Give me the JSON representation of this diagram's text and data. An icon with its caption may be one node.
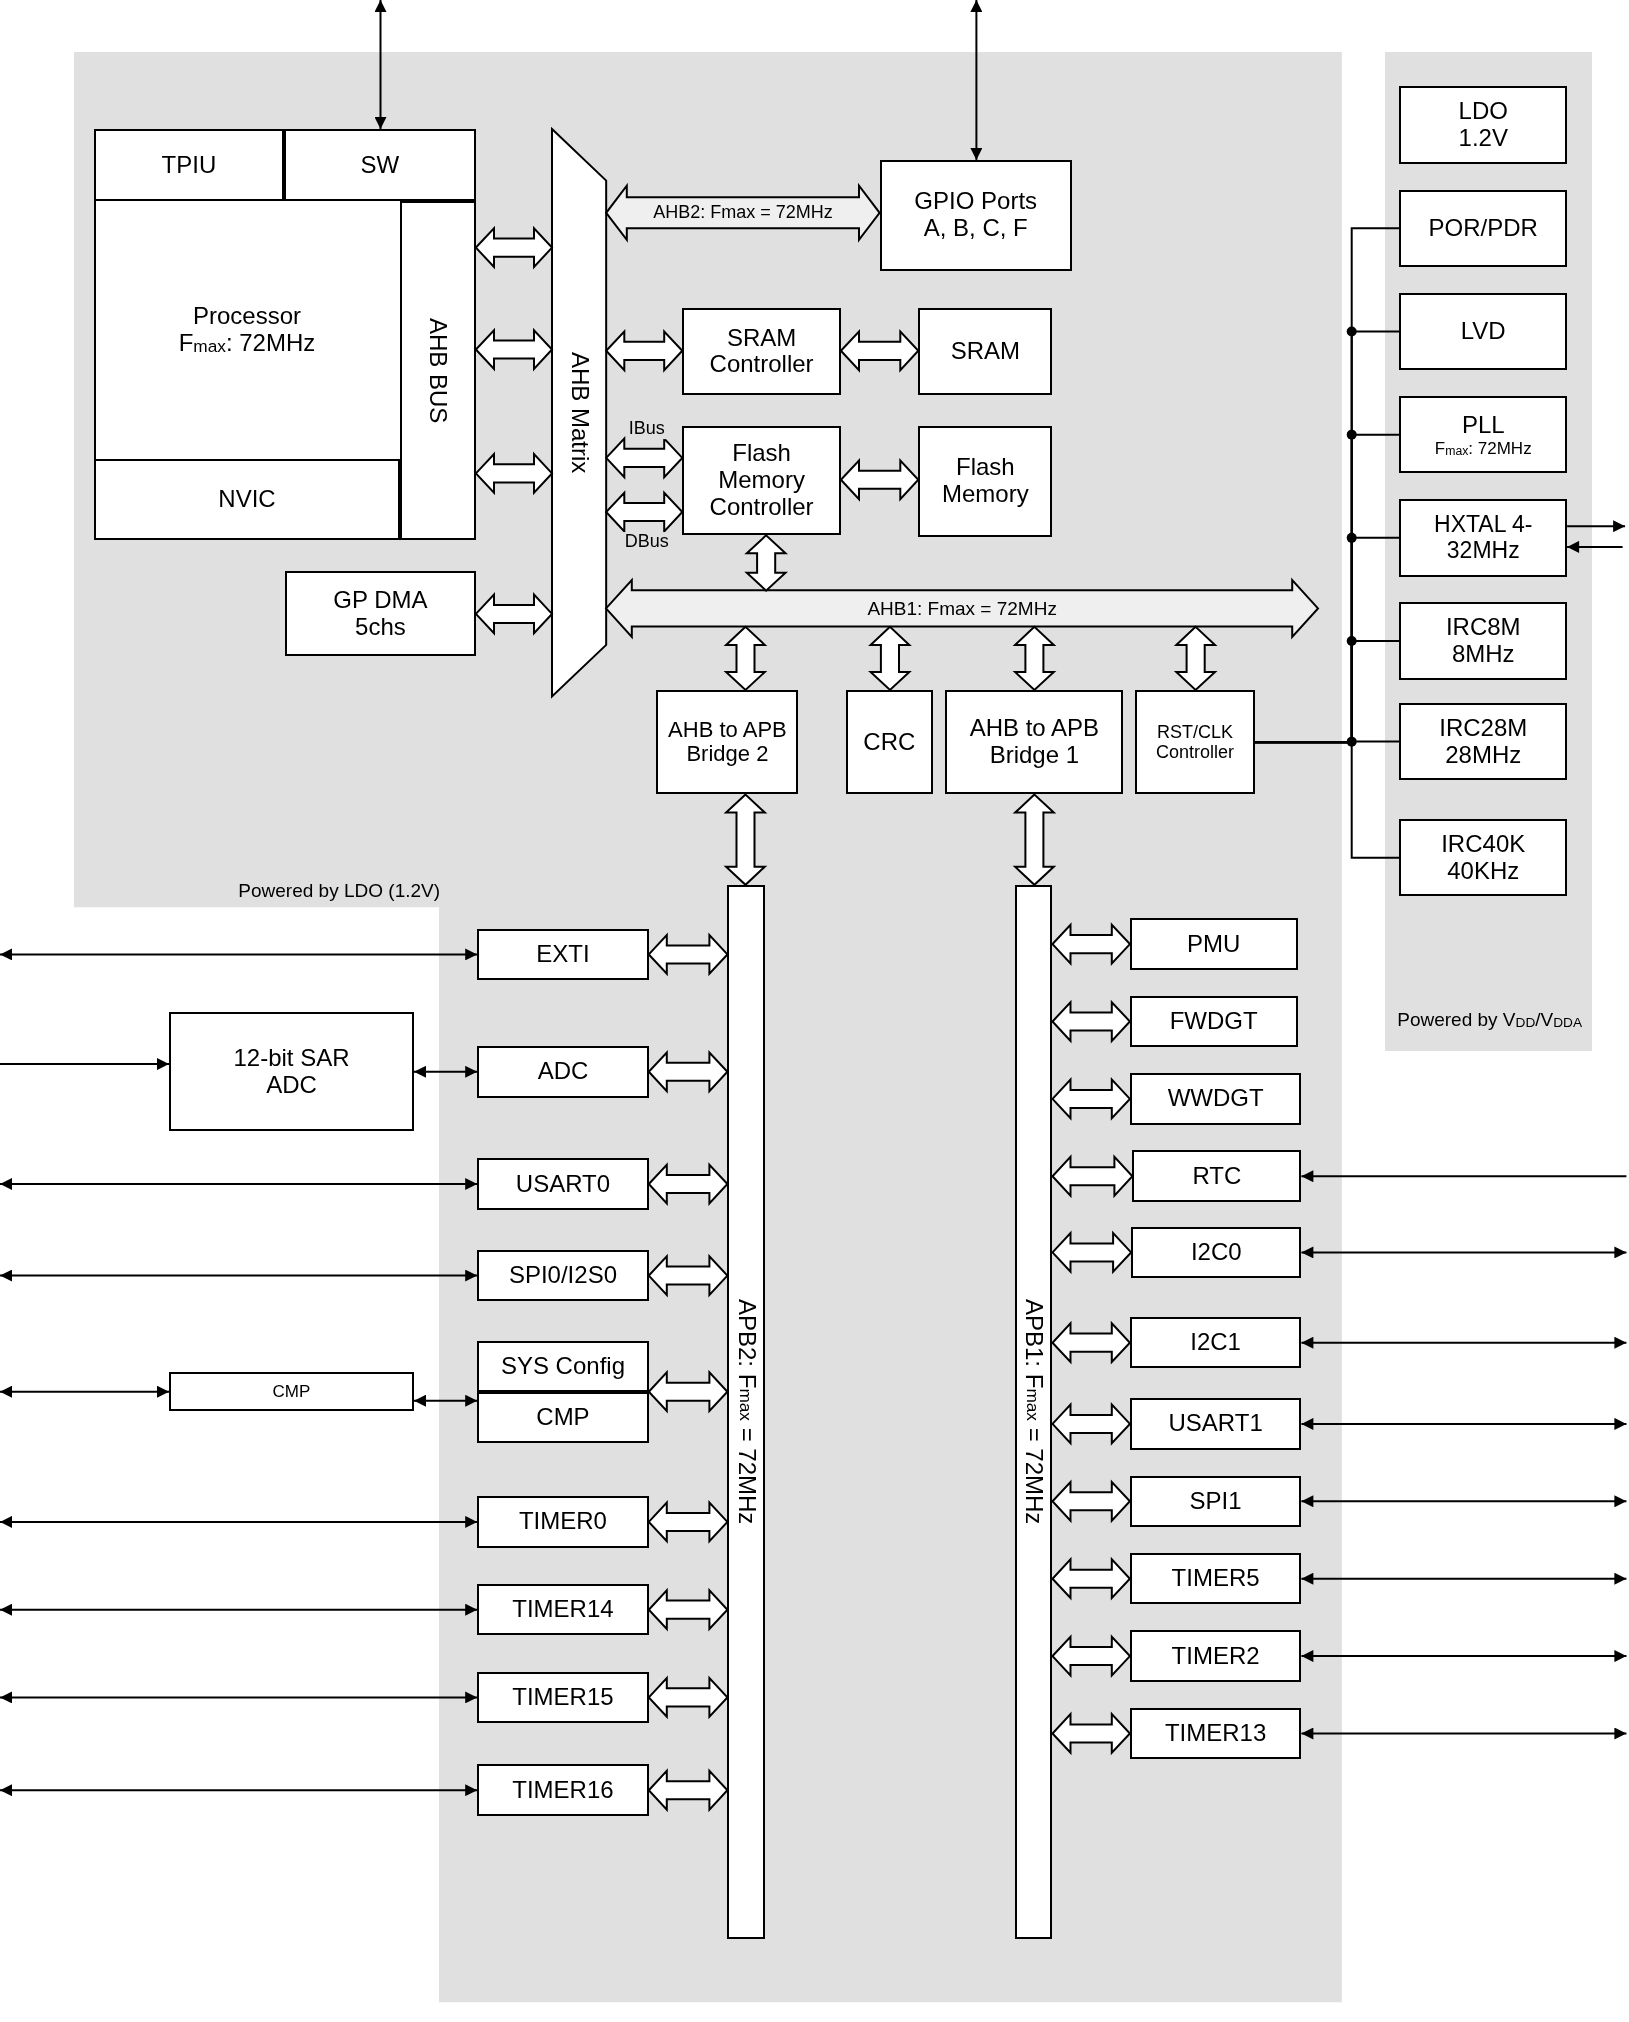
{
  "diagram": {
    "nodes": [
      {
        "text": [
          "Powered by LDO (1.2V)"
        ]
      },
      {
        "text": [
          "Powered by V$_{DD}$/V$_{DDA}$"
        ]
      },
      {
        "text": [
          "Processor",
          "F$_{max}$: 72MHz"
        ],
        "in": 0
      },
      {
        "text": [
          "TPIU"
        ],
        "in": 2
      },
      {
        "text": [
          "SW"
        ],
        "in": 2
      },
      {
        "text": [
          "AHB BUS"
        ],
        "in": 2
      },
      {
        "text": [
          "NVIC"
        ],
        "in": 2
      },
      {
        "text": [
          "GP DMA 5chs"
        ],
        "in": 0
      },
      {
        "text": [
          "AHB Matrix"
        ],
        "in": 0
      },
      {
        "text": [
          "GPIO Ports A, B, C, F"
        ],
        "in": 0
      },
      {
        "text": [
          "SRAM Controller"
        ],
        "in": 0
      },
      {
        "text": [
          "SRAM"
        ],
        "in": 0
      },
      {
        "text": [
          "Flash Memory Controller"
        ],
        "in": 0
      },
      {
        "text": [
          "Flash Memory"
        ],
        "in": 0
      },
      {
        "text": [
          "AHB1: Fmax = 72MHz"
        ],
        "in": 0
      },
      {
        "text": [
          "AHB to APB Bridge 2"
        ],
        "in": 0
      },
      {
        "text": [
          "CRC"
        ],
        "in": 0
      },
      {
        "text": [
          "AHB to APB Bridge 1"
        ],
        "in": 0
      },
      {
        "text": [
          "RST/CLK Controller"
        ],
        "in": 0
      },
      {
        "text": [
          "APB2: F$_{max}$ = 72MHz"
        ],
        "in": 0
      },
      {
        "text": [
          "APB1: F$_{max}$ = 72MHz"
        ],
        "in": 0
      },
      {
        "text": [
          "EXTI"
        ],
        "in": 0
      },
      {
        "text": [
          "ADC"
        ],
        "in": 0
      },
      {
        "text": [
          "USART0"
        ],
        "in": 0
      },
      {
        "text": [
          "SPI0/I2S0"
        ],
        "in": 0
      },
      {
        "text": [
          "SYS Config"
        ],
        "in": 0
      },
      {
        "text": [
          "CMP"
        ],
        "in": 0
      },
      {
        "text": [
          "TIMER0"
        ],
        "in": 0
      },
      {
        "text": [
          "TIMER14"
        ],
        "in": 0
      },
      {
        "text": [
          "TIMER15"
        ],
        "in": 0
      },
      {
        "text": [
          "TIMER16"
        ],
        "in": 0
      },
      {
        "text": [
          "PMU"
        ],
        "in": 0
      },
      {
        "text": [
          "FWDGT"
        ],
        "in": 0
      },
      {
        "text": [
          "WWDGT"
        ],
        "in": 0
      },
      {
        "text": [
          "RTC"
        ],
        "in": 0
      },
      {
        "text": [
          "I2C0"
        ],
        "in": 0
      },
      {
        "text": [
          "I2C1"
        ],
        "in": 0
      },
      {
        "text": [
          "USART1"
        ],
        "in": 0
      },
      {
        "text": [
          "SPI1"
        ],
        "in": 0
      },
      {
        "text": [
          "TIMER5"
        ],
        "in": 0
      },
      {
        "text": [
          "TIMER2"
        ],
        "in": 0
      },
      {
        "text": [
          "TIMER13"
        ],
        "in": 0
      },
      {
        "text": [
          "12-bit SAR ADC"
        ]
      },
      {
        "text": [
          "CMP"
        ]
      },
      {
        "text": [
          "LDO 1.2V"
        ],
        "in": 1
      },
      {
        "text": [
          "POR/PDR"
        ],
        "in": 1
      },
      {
        "text": [
          "LVD"
        ],
        "in": 1
      },
      {
        "text": [
          "PLL",
          "F$_{max}$: 72MHz"
        ],
        "in": 1
      },
      {
        "text": [
          "HXTAL 4-32MHz"
        ],
        "in": 1
      },
      {
        "text": [
          "IRC8M 8MHz"
        ],
        "in": 1
      },
      {
        "text": [
          "IRC28M 28MHz"
        ],
        "in": 1
      },
      {
        "text": [
          "IRC40K 40KHz"
        ],
        "in": 1
      }
    ],
    "edges": [
      {
        "from": null,
        "to": 4,
        "arrow": "both"
      },
      {
        "from": null,
        "to": 9,
        "arrow": "both"
      },
      {
        "from": 5,
        "to": 8,
        "arrow": "both",
        "style": "thick"
      },
      {
        "from": 5,
        "to": 8,
        "arrow": "both",
        "style": "thick"
      },
      {
        "from": 5,
        "to": 8,
        "arrow": "both",
        "style": "thick"
      },
      {
        "from": 7,
        "to": 8,
        "arrow": "both",
        "style": "thick"
      },
      {
        "from": 8,
        "to": 9,
        "arrow": "both",
        "style": "thick",
        "label": "AHB2: Fmax = 72MHz"
      },
      {
        "from": 8,
        "to": 10,
        "arrow": "both",
        "style": "thick"
      },
      {
        "from": 8,
        "to": 12,
        "arrow": "both",
        "style": "thick",
        "label": "IBus"
      },
      {
        "from": 8,
        "to": 12,
        "arrow": "both",
        "style": "thick",
        "label": "DBus"
      },
      {
        "from": 10,
        "to": 11,
        "arrow": "both",
        "style": "thick"
      },
      {
        "from": 12,
        "to": 13,
        "arrow": "both",
        "style": "thick"
      },
      {
        "from": 12,
        "to": 14,
        "arrow": "both",
        "style": "thick"
      },
      {
        "from": 14,
        "to": 15,
        "arrow": "both",
        "style": "thick"
      },
      {
        "from": 14,
        "to": 16,
        "arrow": "both",
        "style": "thick"
      },
      {
        "from": 14,
        "to": 17,
        "arrow": "both",
        "style": "thick"
      },
      {
        "from": 14,
        "to": 18,
        "arrow": "both",
        "style": "thick"
      },
      {
        "from": 15,
        "to": 19,
        "arrow": "both",
        "style": "thick"
      },
      {
        "from": 17,
        "to": 20,
        "arrow": "both",
        "style": "thick"
      },
      {
        "from": 19,
        "to": 21,
        "arrow": "both",
        "style": "thick"
      },
      {
        "from": 19,
        "to": 22,
        "arrow": "both",
        "style": "thick"
      },
      {
        "from": 19,
        "to": 23,
        "arrow": "both",
        "style": "thick"
      },
      {
        "from": 19,
        "to": 24,
        "arrow": "both",
        "style": "thick"
      },
      {
        "from": 19,
        "to": 25,
        "arrow": "both",
        "style": "thick"
      },
      {
        "from": 19,
        "to": 27,
        "arrow": "both",
        "style": "thick"
      },
      {
        "from": 19,
        "to": 28,
        "arrow": "both",
        "style": "thick"
      },
      {
        "from": 19,
        "to": 29,
        "arrow": "both",
        "style": "thick"
      },
      {
        "from": 19,
        "to": 30,
        "arrow": "both",
        "style": "thick"
      },
      {
        "from": 20,
        "to": 31,
        "arrow": "both",
        "style": "thick"
      },
      {
        "from": 20,
        "to": 32,
        "arrow": "both",
        "style": "thick"
      },
      {
        "from": 20,
        "to": 33,
        "arrow": "both",
        "style": "thick"
      },
      {
        "from": 20,
        "to": 34,
        "arrow": "both",
        "style": "thick"
      },
      {
        "from": 20,
        "to": 35,
        "arrow": "both",
        "style": "thick"
      },
      {
        "from": 20,
        "to": 36,
        "arrow": "both",
        "style": "thick"
      },
      {
        "from": 20,
        "to": 37,
        "arrow": "both",
        "style": "thick"
      },
      {
        "from": 20,
        "to": 38,
        "arrow": "both",
        "style": "thick"
      },
      {
        "from": 20,
        "to": 39,
        "arrow": "both",
        "style": "thick"
      },
      {
        "from": 20,
        "to": 40,
        "arrow": "both",
        "style": "thick"
      },
      {
        "from": 20,
        "to": 41,
        "arrow": "both",
        "style": "thick"
      },
      {
        "from": null,
        "to": 21,
        "arrow": "both"
      },
      {
        "from": null,
        "to": 42,
        "arrow": "to"
      },
      {
        "from": 42,
        "to": 22,
        "arrow": "both"
      },
      {
        "from": null,
        "to": 23,
        "arrow": "both"
      },
      {
        "from": null,
        "to": 24,
        "arrow": "both"
      },
      {
        "from": null,
        "to": 43,
        "arrow": "both"
      },
      {
        "from": 43,
        "to": 26,
        "arrow": "both"
      },
      {
        "from": null,
        "to": 27,
        "arrow": "both"
      },
      {
        "from": null,
        "to": 28,
        "arrow": "both"
      },
      {
        "from": null,
        "to": 29,
        "arrow": "both"
      },
      {
        "from": null,
        "to": 30,
        "arrow": "both"
      },
      {
        "from": null,
        "to": 34,
        "arrow": "to"
      },
      {
        "from": null,
        "to": 35,
        "arrow": "both"
      },
      {
        "from": null,
        "to": 36,
        "arrow": "both"
      },
      {
        "from": null,
        "to": 37,
        "arrow": "both"
      },
      {
        "from": null,
        "to": 38,
        "arrow": "both"
      },
      {
        "from": null,
        "to": 39,
        "arrow": "both"
      },
      {
        "from": null,
        "to": 40,
        "arrow": "both"
      },
      {
        "from": null,
        "to": 41,
        "arrow": "both"
      },
      {
        "from": 48,
        "to": null,
        "arrow": "to"
      },
      {
        "from": null,
        "to": 48,
        "arrow": "to"
      },
      {
        "from": 18,
        "to": 45,
        "arrow": "none"
      },
      {
        "from": 18,
        "to": 46,
        "arrow": "none"
      },
      {
        "from": 18,
        "to": 47,
        "arrow": "none"
      },
      {
        "from": 18,
        "to": 48,
        "arrow": "none"
      },
      {
        "from": 18,
        "to": 49,
        "arrow": "none"
      },
      {
        "from": 18,
        "to": 50,
        "arrow": "none"
      },
      {
        "from": 18,
        "to": 51,
        "arrow": "none"
      }
    ]
  }
}
